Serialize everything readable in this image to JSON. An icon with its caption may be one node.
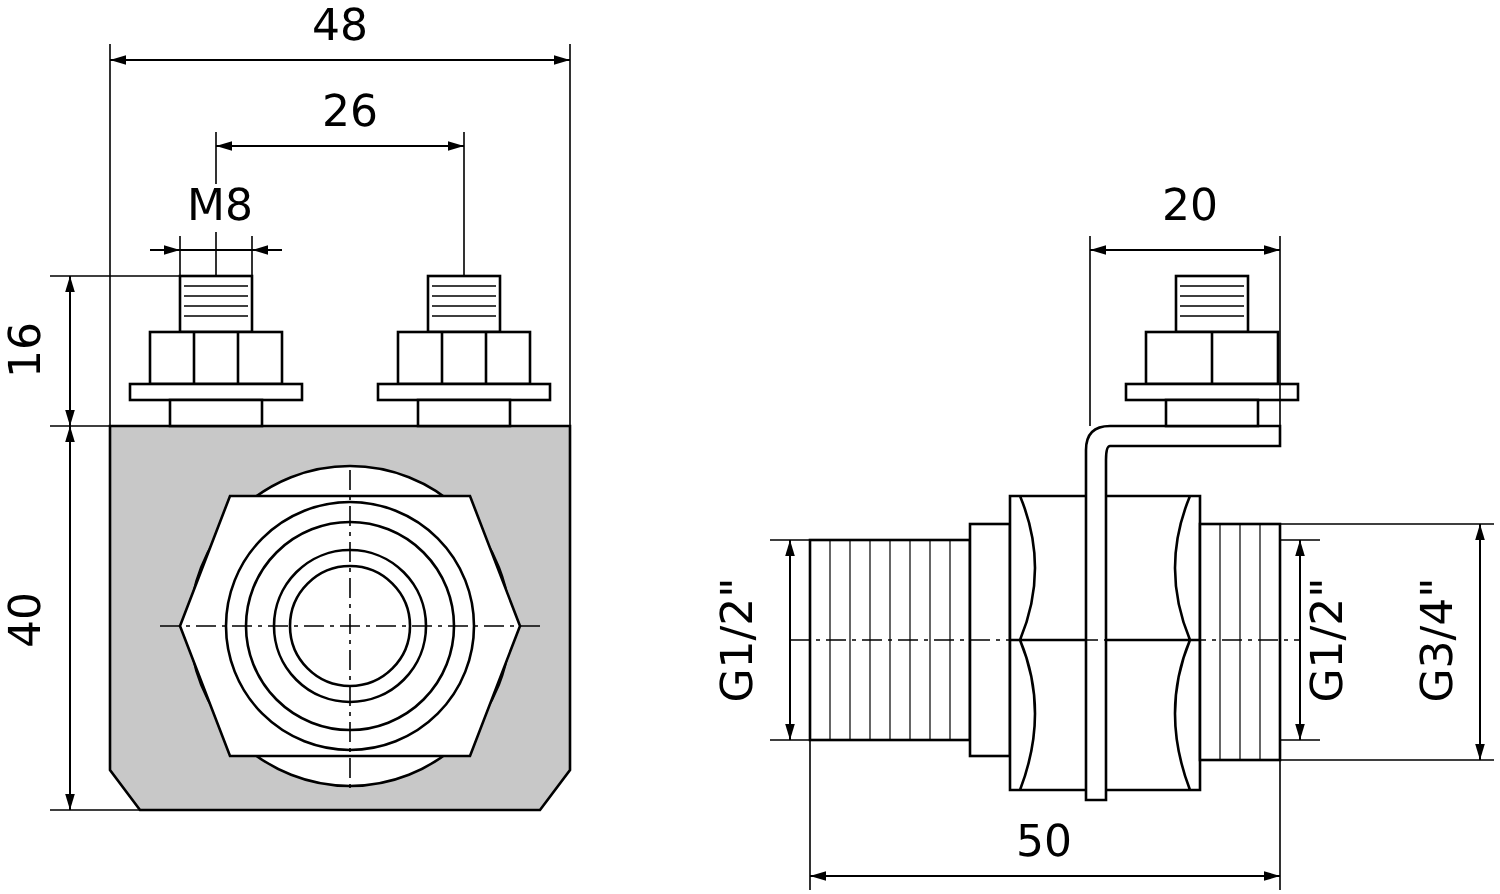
{
  "diagram": {
    "labels": [
      "48",
      "26",
      "M8",
      "20",
      "16",
      "40",
      "G1/2\"",
      "G1/2\"",
      "G3/4\"",
      "50"
    ]
  }
}
